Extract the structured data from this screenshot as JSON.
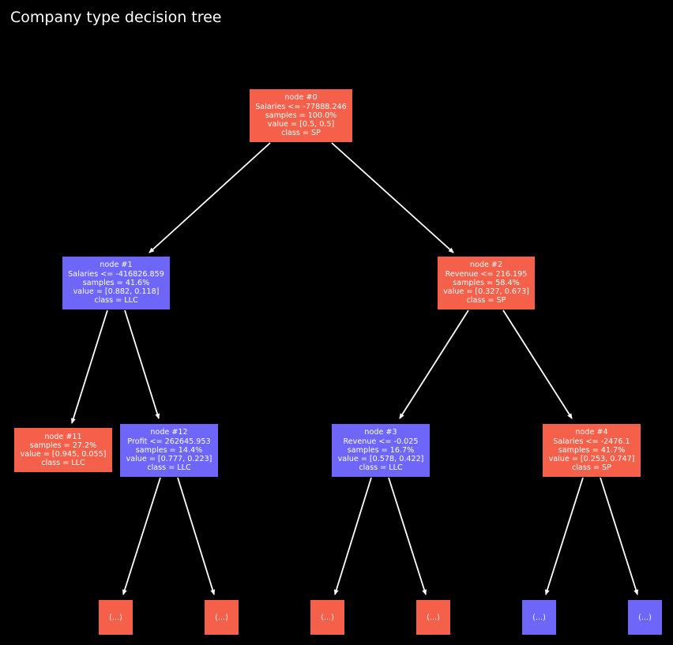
{
  "title": "Company type decision tree",
  "colors": {
    "SP": "#f5604b",
    "LLC": "#6e66f9",
    "edge": "#ffffff",
    "background": "#000000"
  },
  "nodes": {
    "n0": {
      "id_label": "node #0",
      "split": "Salaries <= -77888.246",
      "samples": "samples = 100.0%",
      "value": "value = [0.5, 0.5]",
      "class_label": "class = SP"
    },
    "n1": {
      "id_label": "node #1",
      "split": "Salaries <= -416826.859",
      "samples": "samples = 41.6%",
      "value": "value = [0.882, 0.118]",
      "class_label": "class = LLC"
    },
    "n2": {
      "id_label": "node #2",
      "split": "Revenue <= 216.195",
      "samples": "samples = 58.4%",
      "value": "value = [0.327, 0.673]",
      "class_label": "class = SP"
    },
    "n11": {
      "id_label": "node #11",
      "samples": "samples = 27.2%",
      "value": "value = [0.945, 0.055]",
      "class_label": "class = LLC"
    },
    "n12": {
      "id_label": "node #12",
      "split": "Profit <= 262645.953",
      "samples": "samples = 14.4%",
      "value": "value = [0.777, 0.223]",
      "class_label": "class = LLC"
    },
    "n3": {
      "id_label": "node #3",
      "split": "Revenue <= -0.025",
      "samples": "samples = 16.7%",
      "value": "value = [0.578, 0.422]",
      "class_label": "class = LLC"
    },
    "n4": {
      "id_label": "node #4",
      "split": "Salaries <= -2476.1",
      "samples": "samples = 41.7%",
      "value": "value = [0.253, 0.747]",
      "class_label": "class = SP"
    }
  },
  "truncated_leaves": [
    {
      "label": "(...)",
      "class": "SP"
    },
    {
      "label": "(...)",
      "class": "SP"
    },
    {
      "label": "(...)",
      "class": "SP"
    },
    {
      "label": "(...)",
      "class": "SP"
    },
    {
      "label": "(...)",
      "class": "LLC"
    },
    {
      "label": "(...)",
      "class": "LLC"
    }
  ]
}
